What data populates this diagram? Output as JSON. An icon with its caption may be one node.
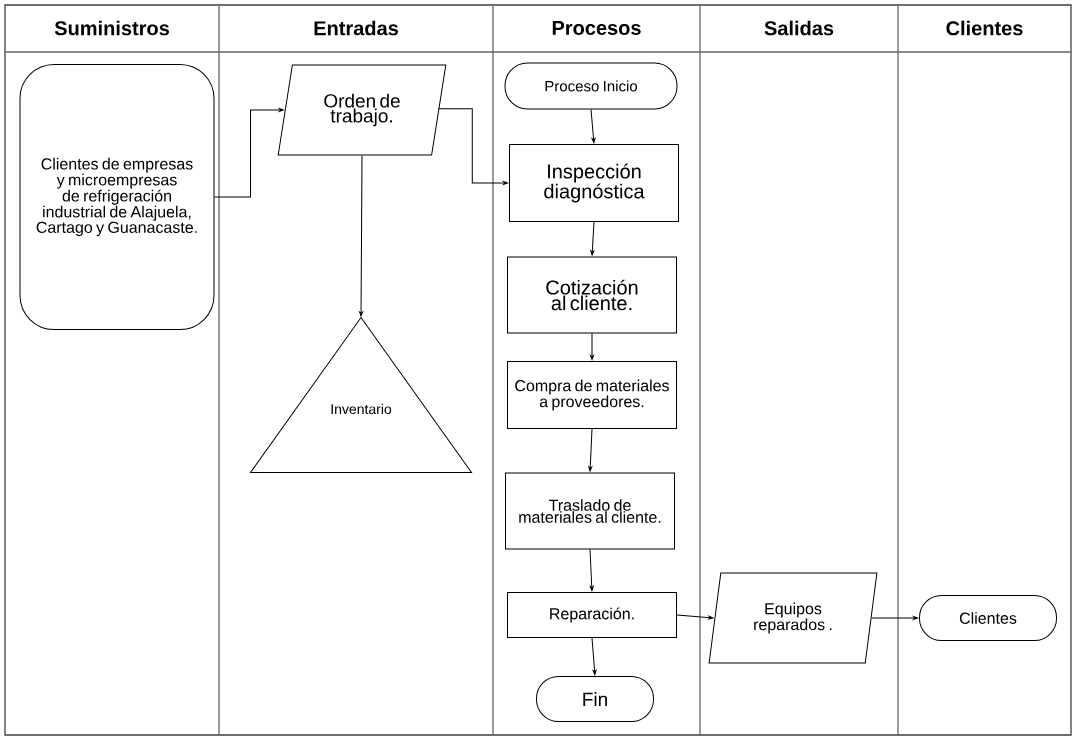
{
  "diagram": {
    "nodes": [
      {
        "text": [
          "Clientes de empresas y microempresas de refrigeración industrial de Alajuela, Cartago y Guanacaste."
        ]
      },
      {
        "text": [
          "Orden de trabajo."
        ]
      },
      {
        "text": [
          "Inventario"
        ]
      },
      {
        "text": [
          "Proceso Inicio"
        ]
      },
      {
        "text": [
          "Inspección diagnóstica"
        ]
      },
      {
        "text": [
          "Cotización al cliente."
        ]
      },
      {
        "text": [
          "Compra de materiales a proveedores."
        ]
      },
      {
        "text": [
          "Traslado de materiales al cliente."
        ]
      },
      {
        "text": [
          "Reparación."
        ]
      },
      {
        "text": [
          "Fin"
        ]
      },
      {
        "text": [
          "Equipos reparados ."
        ]
      },
      {
        "text": [
          "Clientes"
        ]
      }
    ],
    "edges": [
      {
        "from": 0,
        "to": 1,
        "arrow": "to"
      },
      {
        "from": 1,
        "to": 4,
        "arrow": "to"
      },
      {
        "from": 1,
        "to": 2,
        "arrow": "to"
      },
      {
        "from": 3,
        "to": 4,
        "arrow": "to"
      },
      {
        "from": 4,
        "to": 5,
        "arrow": "to"
      },
      {
        "from": 5,
        "to": 6,
        "arrow": "to"
      },
      {
        "from": 6,
        "to": 7,
        "arrow": "to"
      },
      {
        "from": 7,
        "to": 8,
        "arrow": "to"
      },
      {
        "from": 8,
        "to": 9,
        "arrow": "to"
      },
      {
        "from": 8,
        "to": 10,
        "arrow": "to"
      },
      {
        "from": 10,
        "to": 11,
        "arrow": "to"
      }
    ],
    "labels": [
      "Suministros",
      "Entradas",
      "Procesos",
      "Salidas",
      "Clientes"
    ]
  }
}
